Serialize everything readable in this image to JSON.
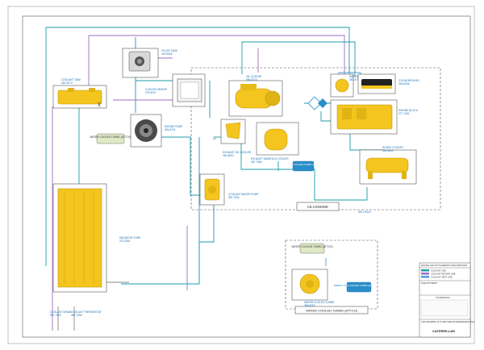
{
  "labels": {
    "oil_tank": "COOLANT TANK",
    "oil_tank_pn": "462-8070",
    "filler_tank": "FILLER TANK",
    "filler_tank_pn": "443-9562",
    "oil_cooler_tank": "COOLER HEATER",
    "oil_cooler_tank_pn": "279-5247",
    "pump_gear": "ENGINE PUMP",
    "pump_gear_pn": "394-6731",
    "oil_cooler": "OIL COOLER",
    "oil_cooler_pn": "566-5274",
    "air_valve_top": "WATER PUMP",
    "air_valve_top_pn": "387-8731",
    "cyl_head": "CYLINDER HEAD",
    "cyl_head_pn": "346-8406",
    "engine_block": "ENGINE BLOCK",
    "engine_block_pn": "277-7261",
    "exhaust_cooler": "EXHAUST OIL COOLER",
    "exhaust_cooler_pn": "346-5800",
    "exhaust_manifold_cooler": "EXHAUST MANIFOLD COOLER",
    "exhaust_manifold_cooler_pn": "387-7456",
    "turbo_note": "WATER COOLED TURBO (ATTCH)",
    "water_cooled_turbo_left": "WATER COOLED TURBO (ATTCH)",
    "intake_cooler": "INTAKE COOLER",
    "intake_cooler_pn": "344-9842",
    "coolant_pump": "COOLANT WATER PUMP",
    "coolant_pump_pn": "387-7000",
    "radiator_core": "RADIATOR CORE",
    "radiator_core_pn": "373-3261",
    "c93_engine": "C9.3 ENGINE",
    "part_no_bottom": "387-P4422",
    "coolant_drain": "COOLANT DRAIN",
    "coolant_drain_pn": "487-7299",
    "coolant_thermostat": "COOLANT THERMOSTAT",
    "coolant_thermostat_pn": "487-7298",
    "water_turbo_top": "WATER COOLED TURBO (ATTCH)",
    "water_turbo_inner": "WATER COOLED TURBO",
    "water_turbo_inner_pn": "388-8052",
    "water_turbo_box": "WATER COOLED TURBO (ATTCH)",
    "wct_right_note": "WATER COOLED TURBO (ATTCH)"
  },
  "title_block": {
    "header": "ENGINE CIRCUIT SCHEMATIC DESCRIPTIONS",
    "legend_title": "LINE PATTERNS",
    "row1": "COOLANT LINE",
    "row2": "COOLANT RETURN LINE",
    "row3": "COOLANT VENT LINE",
    "notes_title": "TOLERANCES",
    "disclaimer": "THIS DRAWING IS TO BE USED AS REFERENCE ONLY",
    "company": "CATERPILLAR"
  },
  "colors": {
    "supply": "#1a9ca8",
    "return": "#9b6fc0",
    "vent": "#4a9ed8",
    "gray": "#8a8a8a",
    "part": "#f3c51e",
    "part_dark": "#c29610",
    "accent_box": "#2a8fc9",
    "note_fill": "#dfe9c6"
  }
}
